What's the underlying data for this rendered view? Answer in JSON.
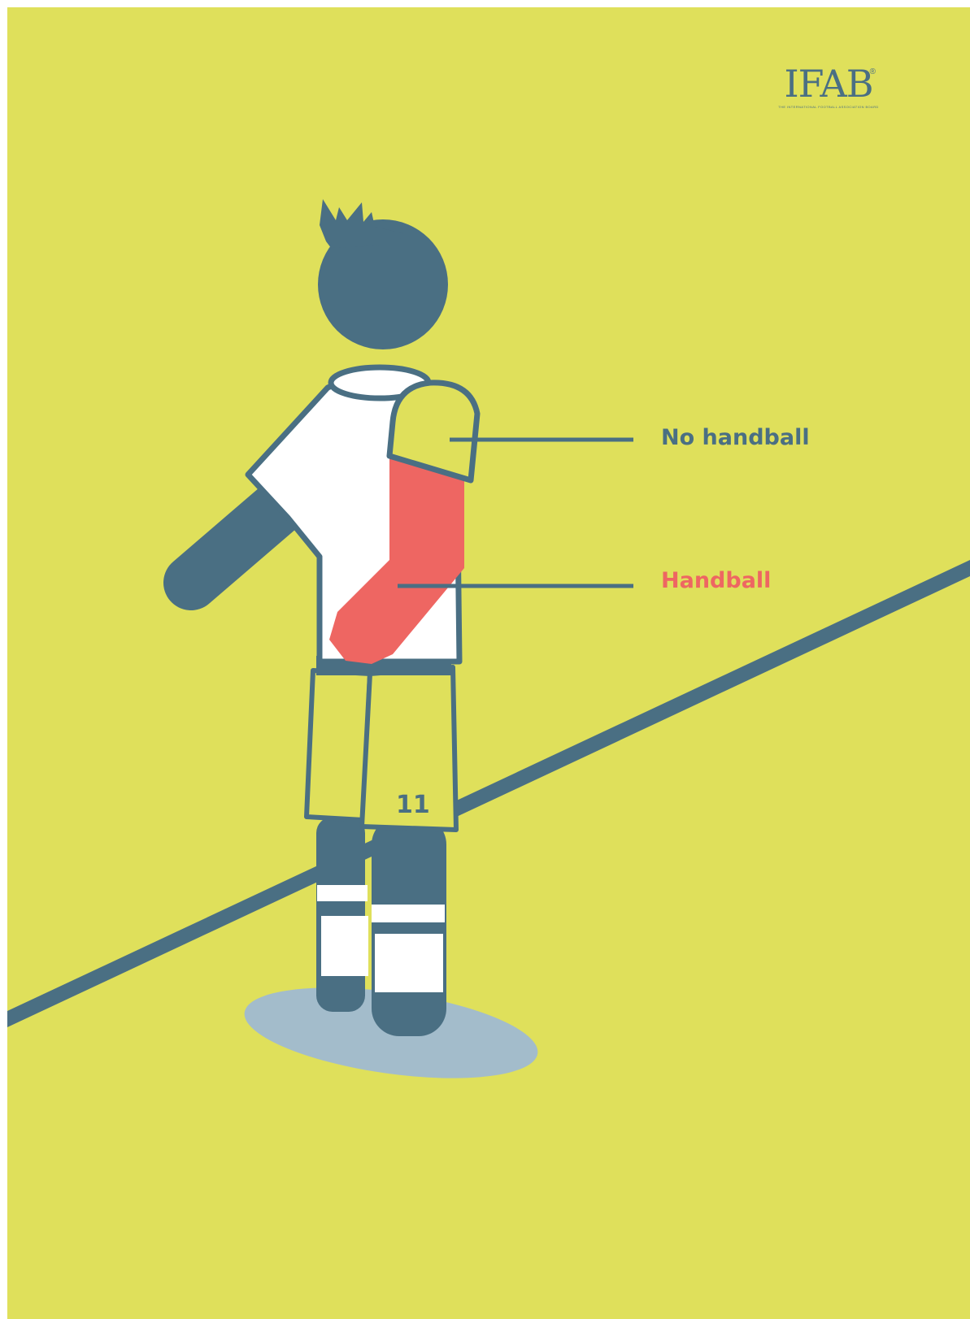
{
  "logo": {
    "text": "IFAB",
    "registered_mark": "®",
    "tagline": "THE INTERNATIONAL FOOTBALL ASSOCIATION BOARD"
  },
  "labels": {
    "no_handball": "No handball",
    "handball": "Handball"
  },
  "player": {
    "number": "11"
  },
  "colors": {
    "background": "#dfe05b",
    "navy": "#4a6f83",
    "handball_red": "#ee6662",
    "shirt_white": "#ffffff",
    "shadow": "#a3bccb"
  }
}
